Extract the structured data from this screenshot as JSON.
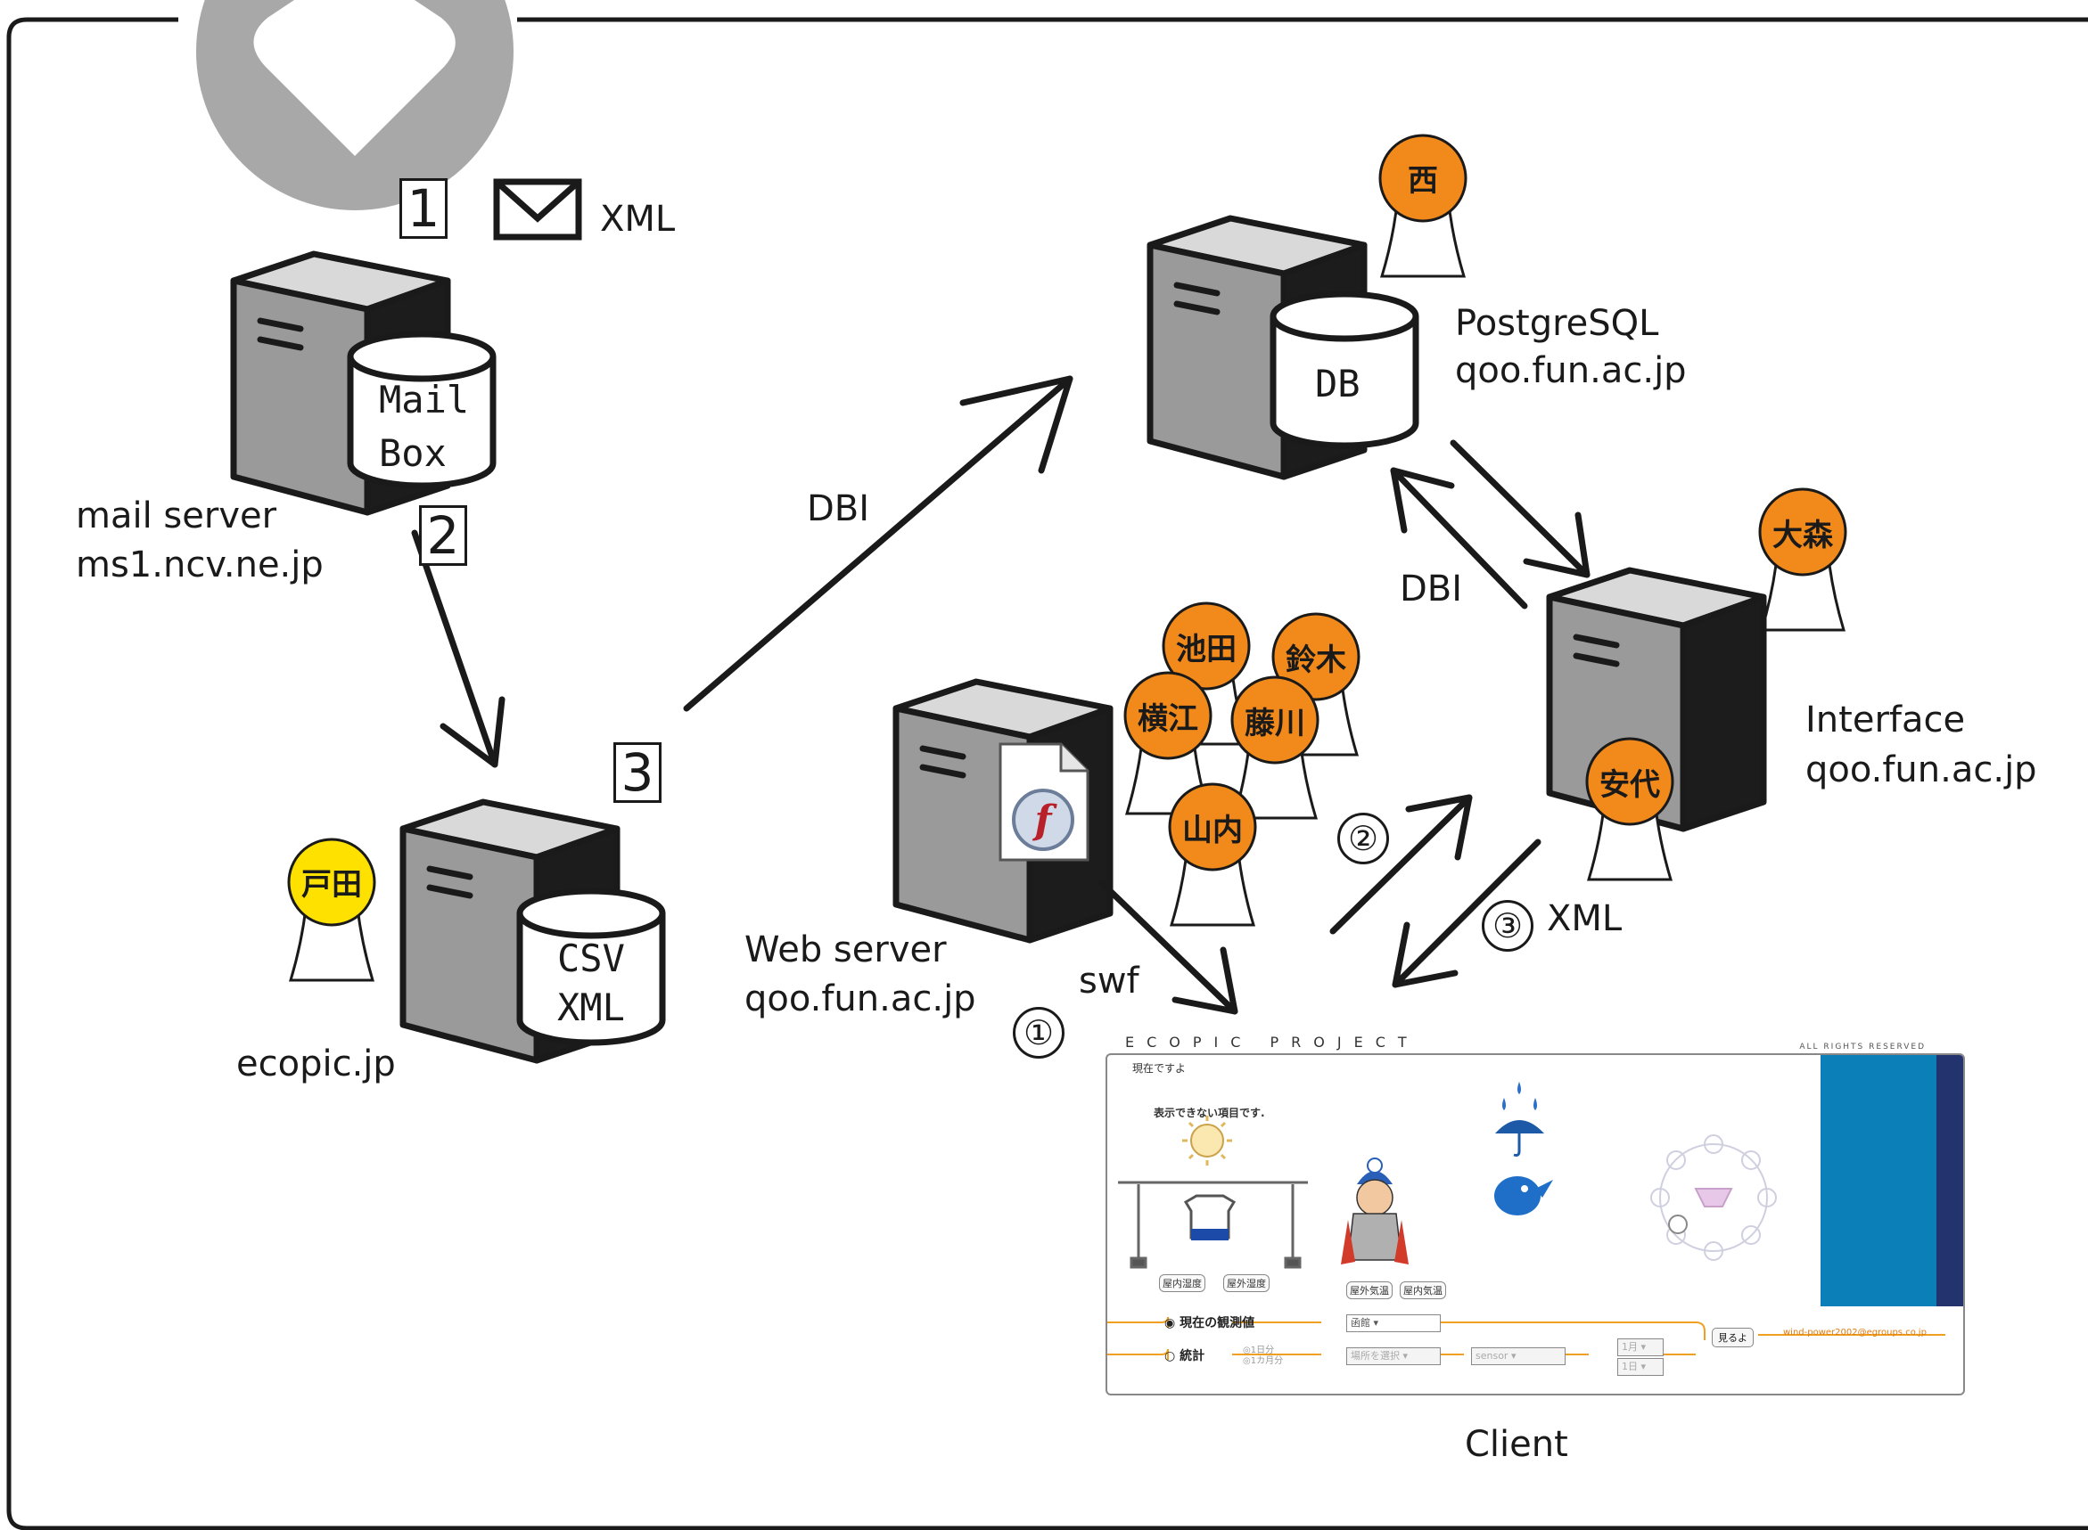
{
  "mail_server": {
    "name": "mail server",
    "host": "ms1.ncv.ne.jp",
    "db_label_line1": "Mail",
    "db_label_line2": "Box"
  },
  "ecopic_server": {
    "host": "ecopic.jp",
    "db_label_line1": "CSV",
    "db_label_line2": "XML",
    "person": "戸田"
  },
  "db_server": {
    "name": "PostgreSQL",
    "host": "qoo.fun.ac.jp",
    "db_label": "DB",
    "person": "西"
  },
  "interface_server": {
    "name": "Interface",
    "host": "qoo.fun.ac.jp",
    "persons": [
      "大森",
      "安代"
    ]
  },
  "web_server": {
    "name": "Web server",
    "host": "qoo.fun.ac.jp",
    "persons": [
      "池田",
      "鈴木",
      "横江",
      "藤川",
      "山内"
    ]
  },
  "steps": {
    "step1": "1",
    "step1_format": "XML",
    "step2": "2",
    "step3": "3",
    "dbi_upper": "DBI",
    "dbi_right": "DBI",
    "swf": "swf",
    "circ1": "①",
    "circ2": "②",
    "circ3": "③",
    "xml_return": "XML"
  },
  "client": {
    "label": "Client",
    "header": "ECOPIC PROJECT",
    "rights": "ALL RIGHTS RESERVED",
    "now_text": "現在ですよ",
    "not_shown": "表示できない項目です.",
    "tags": [
      "屋内湿度",
      "屋外湿度",
      "屋外気温",
      "屋内気温"
    ],
    "radio_now": "現在の観測値",
    "radio_stats": "統計",
    "opt_1day": "1日分",
    "opt_1month": "1カ月分",
    "select_place": "函館",
    "select_place_dis": "場所を選択",
    "select_sensor": "sensor",
    "select_month": "1月",
    "select_day": "1日",
    "view_button": "見るよ",
    "email": "wind-power2002@egroups.co.jp"
  },
  "colors": {
    "person_orange": "#f28a1b",
    "person_yellow": "#ffe100",
    "server_gray": "#9a9a9a",
    "download_gray": "#a8a8a8",
    "client_blue": "#0a7fb8",
    "client_navy": "#23336e"
  }
}
